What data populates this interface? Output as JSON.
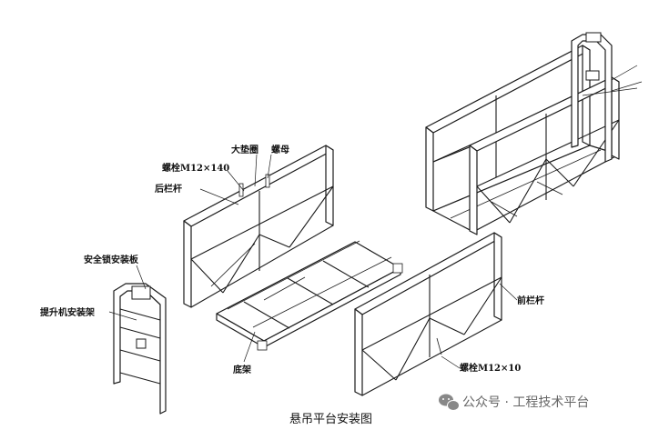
{
  "labels": {
    "big_washer": "大垫圈",
    "nut": "螺母",
    "bolt_m12x140": "螺栓M12×140",
    "rear_rail": "后栏杆",
    "safety_lock_plate": "安全锁安装板",
    "hoist_mount": "提升机安装架",
    "base_frame": "底架",
    "front_rail": "前栏杆",
    "bolt_m12x10": "螺栓M12×10"
  },
  "caption": "悬吊平台安装图",
  "watermark": "公众号 · 工程技术平台"
}
